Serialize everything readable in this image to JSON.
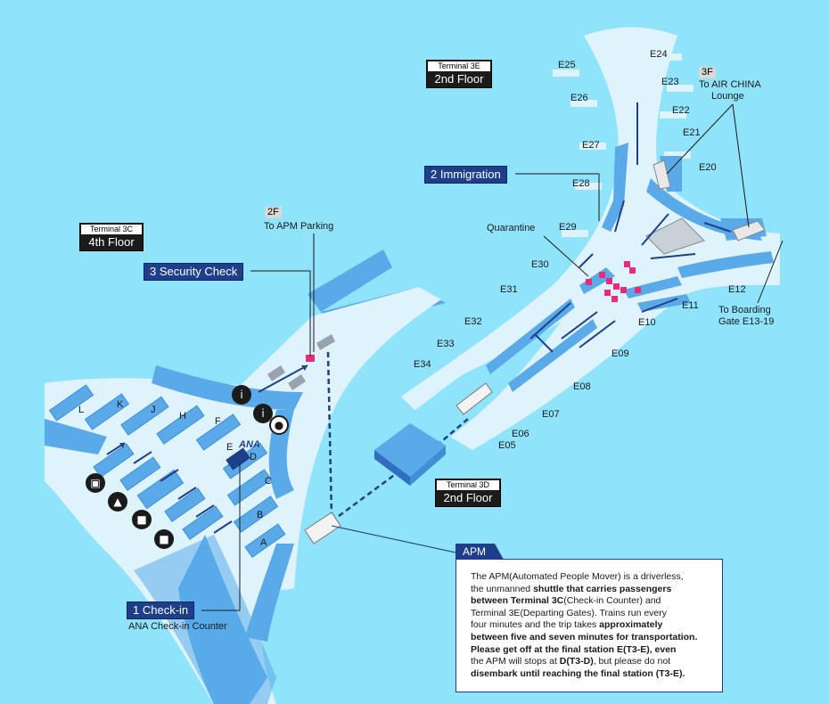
{
  "terminals": {
    "t3c": {
      "terminal": "Terminal 3C",
      "floor": "4th Floor"
    },
    "t3e": {
      "terminal": "Terminal 3E",
      "floor": "2nd Floor"
    },
    "t3d": {
      "terminal": "Terminal 3D",
      "floor": "2nd Floor"
    }
  },
  "steps": {
    "checkin": "1 Check-in",
    "immigration": "2 Immigration",
    "security": "3 Security Check"
  },
  "labels": {
    "ana_counter": "ANA Check-in Counter",
    "apm_parking_floor": "2F",
    "apm_parking": "To APM Parking",
    "air_china_floor": "3F",
    "air_china_1": "To AIR CHINA",
    "air_china_2": "Lounge",
    "quarantine": "Quarantine",
    "boarding_1": "To Boarding",
    "boarding_2": "Gate E13-19",
    "ana_logo": "ANA"
  },
  "counters": [
    "L",
    "K",
    "J",
    "H",
    "F",
    "E",
    "D",
    "C",
    "B",
    "A"
  ],
  "gates": [
    "E05",
    "E06",
    "E07",
    "E08",
    "E09",
    "E10",
    "E11",
    "E12",
    "E20",
    "E21",
    "E22",
    "E23",
    "E24",
    "E25",
    "E26",
    "E27",
    "E28",
    "E29",
    "E30",
    "E31",
    "E32",
    "E33",
    "E34"
  ],
  "icons": {
    "train": "train-icon",
    "taxi": "taxi-icon",
    "bus": "bus-icon",
    "info": "info-icon"
  },
  "apm": {
    "tab": "APM",
    "p1": "The APM(Automated People Mover) is a driverless,",
    "p2a": "the unmanned ",
    "p2b": "shuttle that carries passengers",
    "p3a": "between Terminal 3C",
    "p3b": "(Check-in Counter) and",
    "p4": "Terminal 3E(Departing Gates). Trains run every",
    "p5a": "four minutes and the trip takes ",
    "p5b": "approximately",
    "p6": "between five and seven minutes for transportation.",
    "p7": "Please get off at the final station E(T3-E), even",
    "p8a": "the APM will stops at ",
    "p8b": "D(T3-D)",
    "p8c": ", but please do not",
    "p9": "disembark until reaching the final station (T3-E)."
  }
}
